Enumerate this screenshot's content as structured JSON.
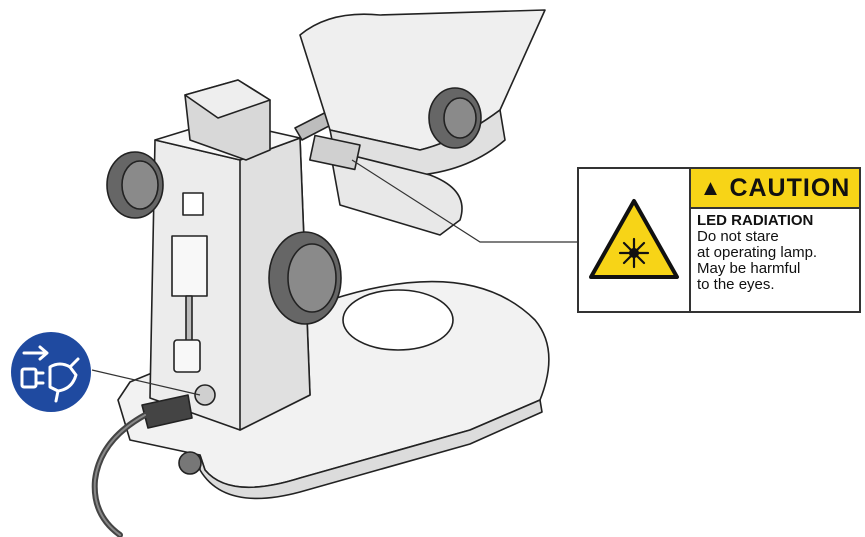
{
  "caution_label": {
    "signal_word": "CAUTION",
    "signal_mark": "▲",
    "hazard_title": "LED RADIATION",
    "lines": [
      "Do not stare",
      "at operating lamp.",
      "May be harmful",
      "to the eyes."
    ],
    "symbol": "laser-radiation-warning-icon",
    "header_color": "#f7d417",
    "symbol_color": "#f7d417"
  },
  "unplug_sign": {
    "symbol": "disconnect-mains-plug-icon",
    "color": "#1f4aa0"
  },
  "illustration": {
    "subject": "microscope-stand-with-power-cable"
  }
}
